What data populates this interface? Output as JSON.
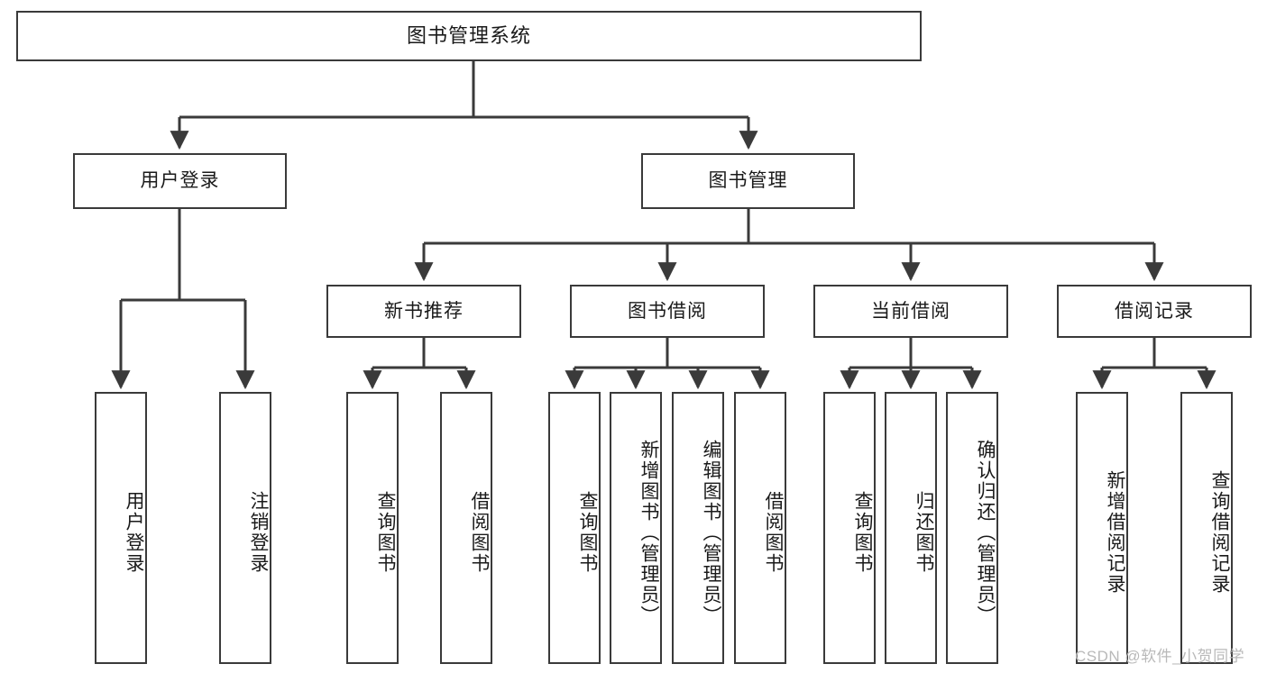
{
  "diagram": {
    "title": "图书管理系统",
    "type": "tree-hierarchy",
    "orientation": "top-down",
    "colors": {
      "stroke": "#3a3a3a",
      "fill": "#ffffff",
      "text": "#1a1a1a",
      "watermark": "#b9b9b9"
    },
    "root": {
      "label": "图书管理系统"
    },
    "level2": [
      {
        "id": "user-login",
        "label": "用户登录"
      },
      {
        "id": "book-management",
        "label": "图书管理"
      }
    ],
    "level3": [
      {
        "id": "new-book-recommend",
        "label": "新书推荐"
      },
      {
        "id": "book-borrow",
        "label": "图书借阅"
      },
      {
        "id": "current-borrow",
        "label": "当前借阅"
      },
      {
        "id": "borrow-record",
        "label": "借阅记录"
      }
    ],
    "leaves": {
      "user-login": [
        {
          "id": "leaf-user-login",
          "label": "用户登录"
        },
        {
          "id": "leaf-logout",
          "label": "注销登录"
        }
      ],
      "new-book-recommend": [
        {
          "id": "leaf-query-book-1",
          "label": "查询图书"
        },
        {
          "id": "leaf-borrow-book-1",
          "label": "借阅图书"
        }
      ],
      "book-borrow": [
        {
          "id": "leaf-query-book-2",
          "label": "查询图书"
        },
        {
          "id": "leaf-add-book",
          "label": "新增图书（管理员）"
        },
        {
          "id": "leaf-edit-book",
          "label": "编辑图书（管理员）"
        },
        {
          "id": "leaf-borrow-book-2",
          "label": "借阅图书"
        }
      ],
      "current-borrow": [
        {
          "id": "leaf-query-book-3",
          "label": "查询图书"
        },
        {
          "id": "leaf-return-book",
          "label": "归还图书"
        },
        {
          "id": "leaf-confirm-return",
          "label": "确认归还（管理员）"
        }
      ],
      "borrow-record": [
        {
          "id": "leaf-add-record",
          "label": "新增借阅记录"
        },
        {
          "id": "leaf-query-record",
          "label": "查询借阅记录"
        }
      ]
    }
  },
  "watermark": {
    "text": "CSDN @软件_小贺同学"
  }
}
